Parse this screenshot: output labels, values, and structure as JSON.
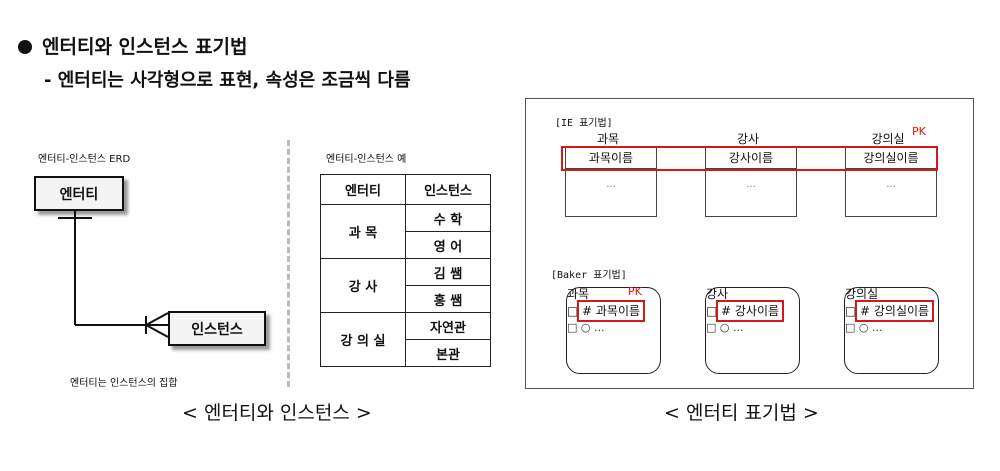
{
  "heading": "엔터티와 인스턴스 표기법",
  "subheading": "- 엔터티는 사각형으로 표현, 속성은 조금씩 다름",
  "left": {
    "erd_title": "엔터티-인스턴스 ERD",
    "entity_label": "엔터티",
    "instance_label": "인스턴스",
    "footnote": "엔터티는 인스턴스의 집합",
    "example_title": "엔터티-인스턴스 예",
    "table": {
      "headers": [
        "엔터티",
        "인스턴스"
      ],
      "groups": [
        {
          "entity": "과 목",
          "instances": [
            "수 학",
            "영 어"
          ]
        },
        {
          "entity": "강 사",
          "instances": [
            "김 쌤",
            "홍 쌤"
          ]
        },
        {
          "entity": "강 의 실",
          "instances": [
            "자연관",
            "본관"
          ]
        }
      ]
    },
    "caption": "< 엔터티와 인스턴스 >"
  },
  "right": {
    "ie_label": "[IE 표기법]",
    "baker_label": "[Baker 표기법]",
    "pk": "PK",
    "ellipsis": "...",
    "entities": [
      {
        "name": "과목",
        "pk_attr": "과목이름",
        "baker_pk": "# 과목이름",
        "baker_attr": "□ ○ ..."
      },
      {
        "name": "강사",
        "pk_attr": "강사이름",
        "baker_pk": "# 강사이름",
        "baker_attr": "□ ○ ..."
      },
      {
        "name": "강의실",
        "pk_attr": "강의실이름",
        "baker_pk": "# 강의실이름",
        "baker_attr": "□ ○ ..."
      }
    ],
    "checkbox": "□",
    "caption": "< 엔터티 표기법 >"
  },
  "colors": {
    "highlight": "#d21a1a",
    "pk_text": "#e11111"
  }
}
